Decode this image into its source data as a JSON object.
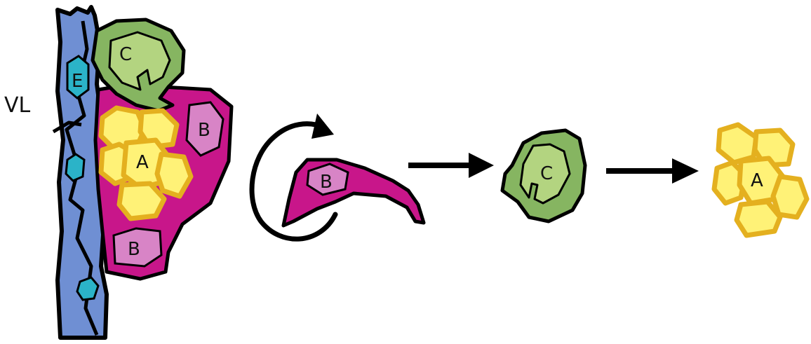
{
  "labels": {
    "vessel": "VL",
    "endothelial": "E",
    "cell_a": "A",
    "cell_b": "B",
    "cell_c": "C"
  },
  "colors": {
    "vessel_fill": "#6f8fd3",
    "endothelial_nucleus": "#2bb3c8",
    "cell_a_fill": "#fff277",
    "cell_a_border": "#e4b01f",
    "cell_b_fill": "#c8168a",
    "cell_b_nucleus": "#d884c6",
    "cell_c_fill": "#86b561",
    "cell_c_inner": "#b3d480",
    "outline": "#000000"
  },
  "icons": [
    "circular-arrow-icon",
    "right-arrow-icon",
    "right-arrow-icon"
  ]
}
